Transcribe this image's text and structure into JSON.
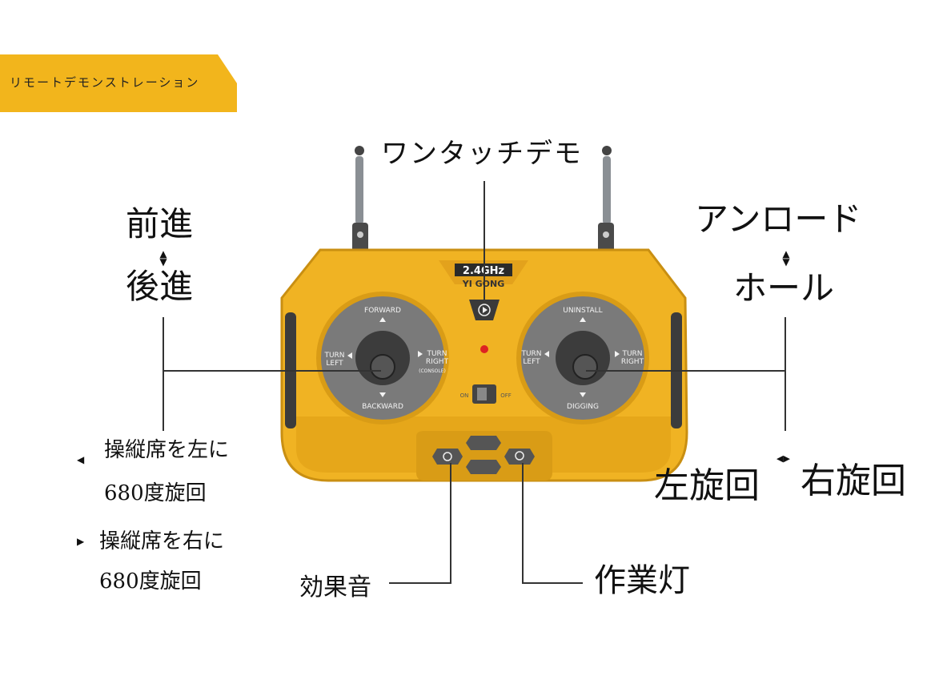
{
  "banner": {
    "text": "リモートデモンストレーション"
  },
  "labels": {
    "one_touch_demo": "ワンタッチデモ",
    "forward": "前進",
    "backward": "後進",
    "unload": "アンロード",
    "hole": "ホール",
    "seat_left_line1": "操縦席を左に",
    "seat_left_line2": "680度旋回",
    "seat_right_line1": "操縦席を右に",
    "seat_right_line2": "680度旋回",
    "turn_left": "左旋回",
    "turn_right": "右旋回",
    "sound_effect": "効果音",
    "work_light": "作業灯"
  },
  "controller": {
    "frequency": "2.4GHz",
    "brand": "YI GONG",
    "left_stick": {
      "top": "FORWARD",
      "bottom": "BACKWARD",
      "left_line1": "TURN",
      "left_line2": "LEFT",
      "right_line1": "TURN",
      "right_line2": "RIGHT",
      "right_sub": "(CONSOLE)"
    },
    "right_stick": {
      "top": "UNINSTALL",
      "bottom": "DIGGING",
      "left_line1": "TURN",
      "left_line2": "LEFT",
      "right_line1": "TURN",
      "right_line2": "RIGHT"
    },
    "switch_on": "ON",
    "switch_off": "OFF"
  },
  "colors": {
    "banner": "#f2b51c",
    "body": "#f0b323",
    "body_dark": "#c98f12",
    "stick_pad": "#7a7a7a"
  }
}
